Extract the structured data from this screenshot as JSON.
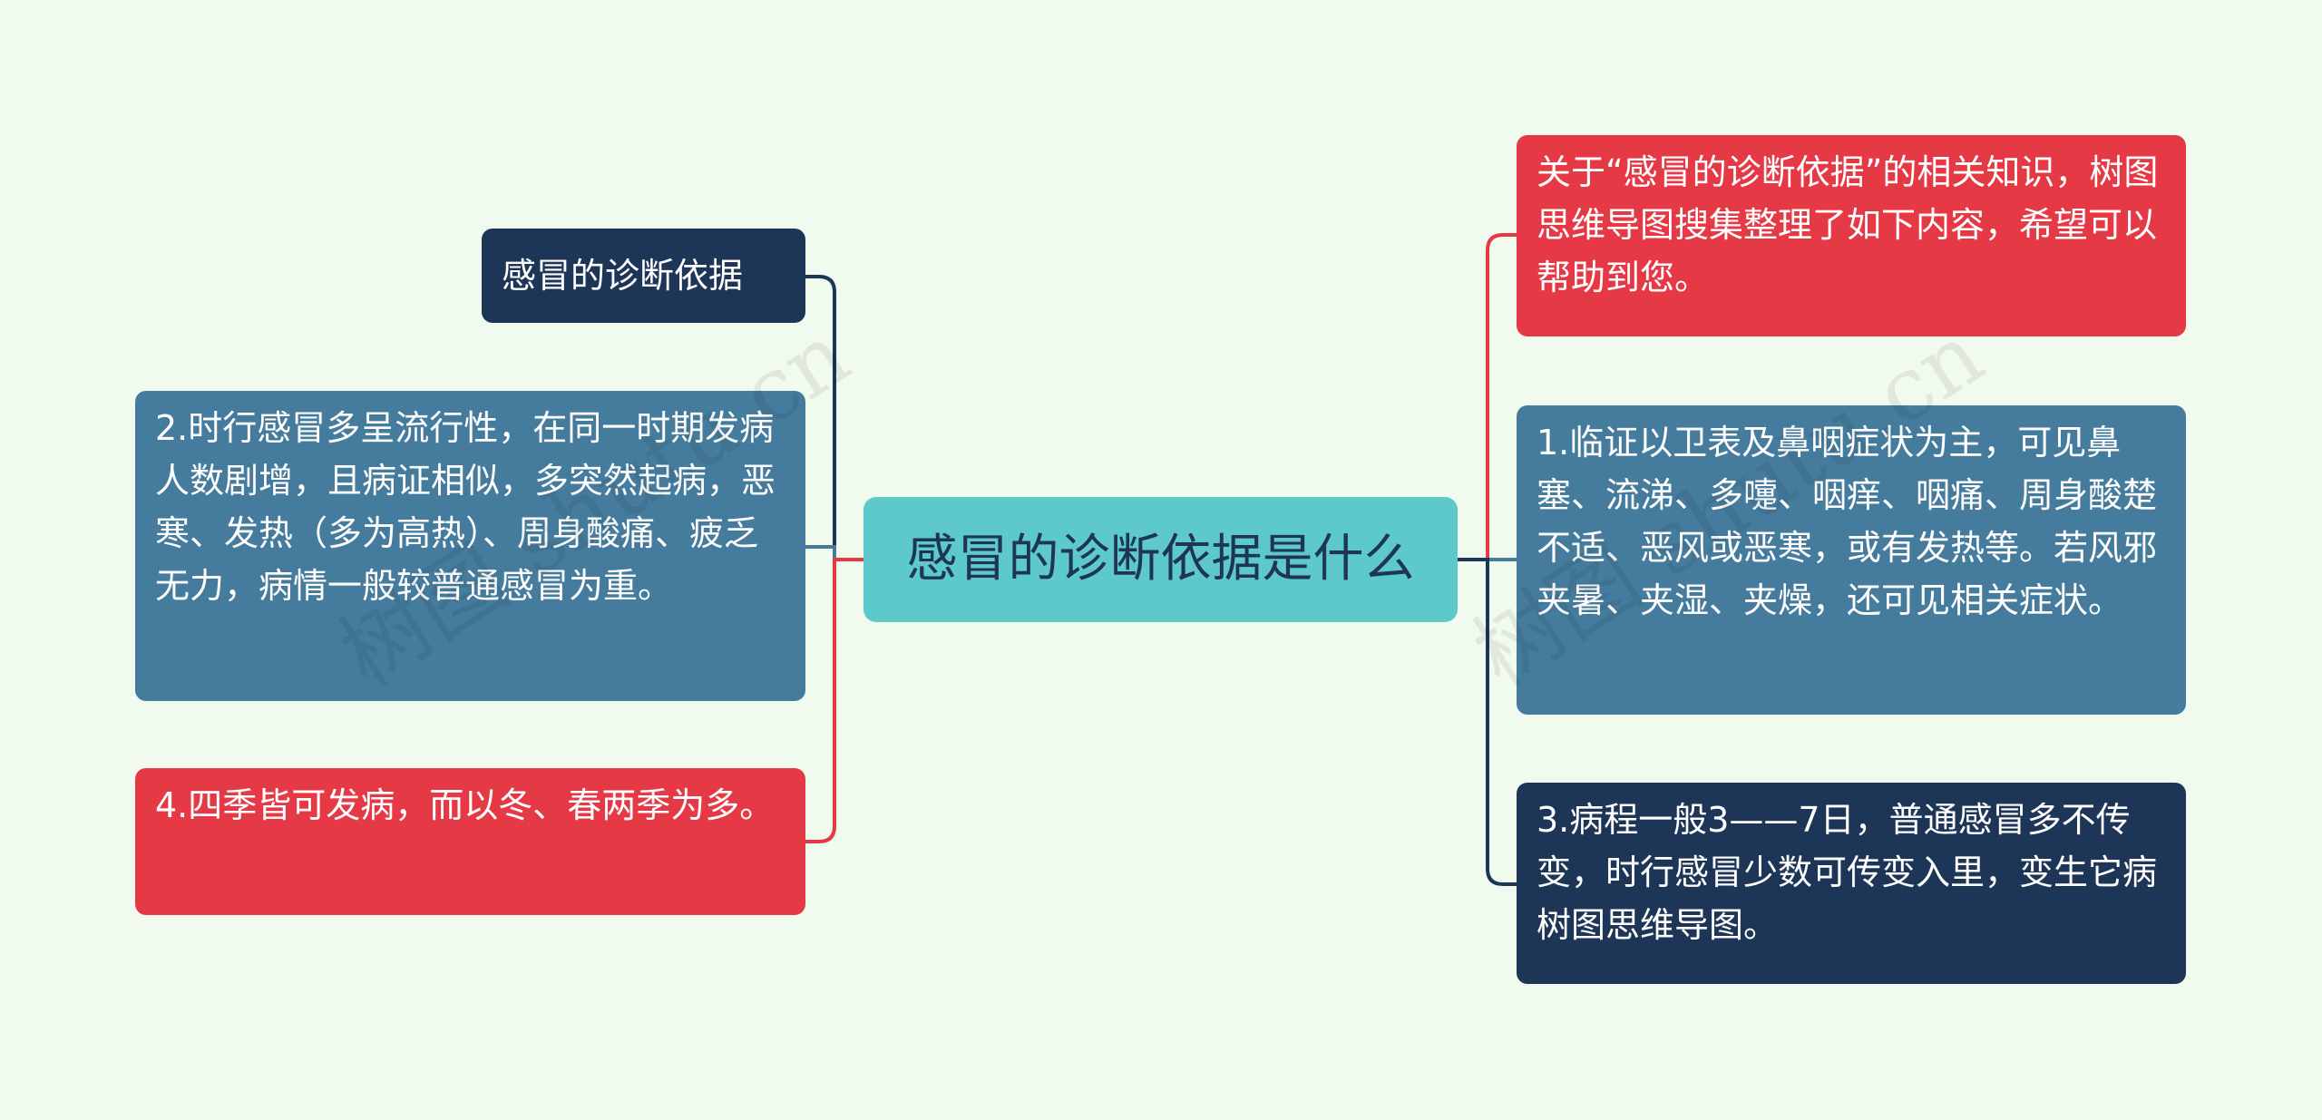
{
  "colors": {
    "background": "#f1faee",
    "center": "#5ec9cb",
    "navy": "#1d3557",
    "steel_blue": "#457b9d",
    "red": "#e63946"
  },
  "center": {
    "label": "感冒的诊断依据是什么",
    "text_color": "#1d3557"
  },
  "left_branches": [
    {
      "label": "感冒的诊断依据",
      "color": "#1d3557"
    },
    {
      "label": "2.时行感冒多呈流行性，在同一时期发病人数剧增，且病证相似，多突然起病，恶寒、发热（多为高热）、周身酸痛、疲乏无力，病情一般较普通感冒为重。",
      "color": "#457b9d"
    },
    {
      "label": "4.四季皆可发病，而以冬、春两季为多。",
      "color": "#e63946"
    }
  ],
  "right_branches": [
    {
      "label": "关于“感冒的诊断依据”的相关知识，树图思维导图搜集整理了如下内容，希望可以帮助到您。",
      "color": "#e63946"
    },
    {
      "label": "1.临证以卫表及鼻咽症状为主，可见鼻塞、流涕、多嚏、咽痒、咽痛、周身酸楚不适、恶风或恶寒，或有发热等。若风邪夹暑、夹湿、夹燥，还可见相关症状。",
      "color": "#457b9d"
    },
    {
      "label": "3.病程一般3——7日，普通感冒多不传变，时行感冒少数可传变入里，变生它病树图思维导图。",
      "color": "#1d3557"
    }
  ],
  "watermarks": [
    "树图 shutu.cn",
    "树图 shutu.cn"
  ]
}
